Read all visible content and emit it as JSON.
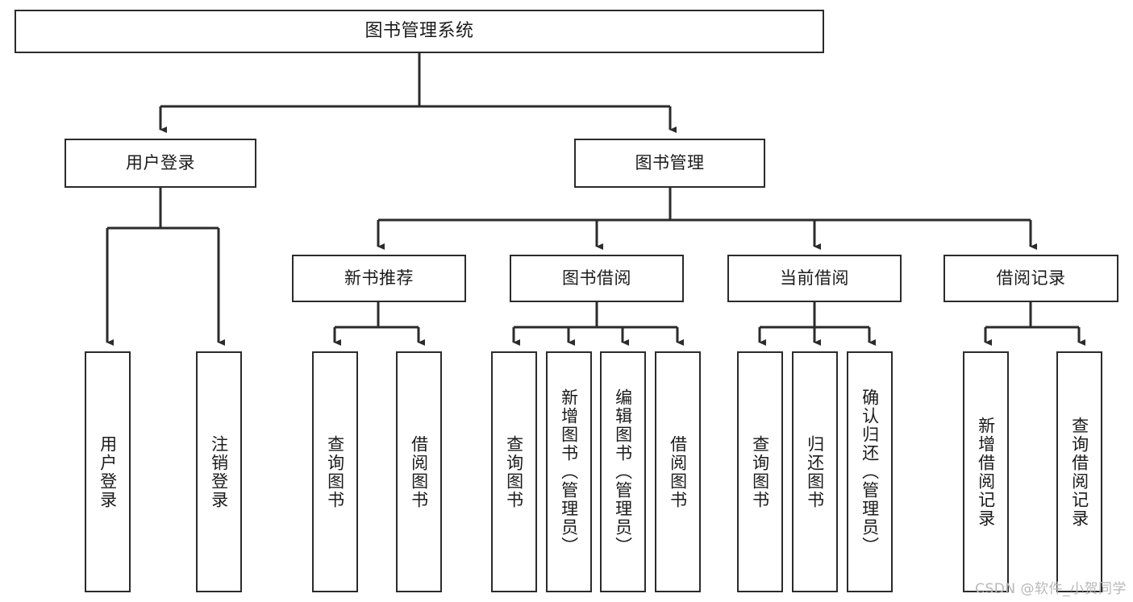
{
  "diagram": {
    "type": "tree",
    "title": "图书管理系统",
    "orientation": "top-down",
    "colors": {
      "box_border": "#2b2b2b",
      "box_fill": "#ffffff",
      "connector": "#2b2b2b",
      "text": "#1b1b1b",
      "watermark": "#b8b8b8",
      "background": "#ffffff"
    },
    "root": {
      "label": "图书管理系统"
    },
    "level2": [
      {
        "label": "用户登录"
      },
      {
        "label": "图书管理"
      }
    ],
    "level3": [
      {
        "label": "新书推荐"
      },
      {
        "label": "图书借阅"
      },
      {
        "label": "当前借阅"
      },
      {
        "label": "借阅记录"
      }
    ],
    "leaves": {
      "user_login": [
        {
          "label": "用户登录"
        },
        {
          "label": "注销登录"
        }
      ],
      "new_book_recommend": [
        {
          "label": "查询图书"
        },
        {
          "label": "借阅图书"
        }
      ],
      "book_borrow": [
        {
          "label": "查询图书"
        },
        {
          "label": "新增图书（管理员）"
        },
        {
          "label": "编辑图书（管理员）"
        },
        {
          "label": "借阅图书"
        }
      ],
      "current_borrow": [
        {
          "label": "查询图书"
        },
        {
          "label": "归还图书"
        },
        {
          "label": "确认归还（管理员）"
        }
      ],
      "borrow_record": [
        {
          "label": "新增借阅记录"
        },
        {
          "label": "查询借阅记录"
        }
      ]
    }
  },
  "watermark": {
    "text": "CSDN @软件_小贺同学"
  }
}
